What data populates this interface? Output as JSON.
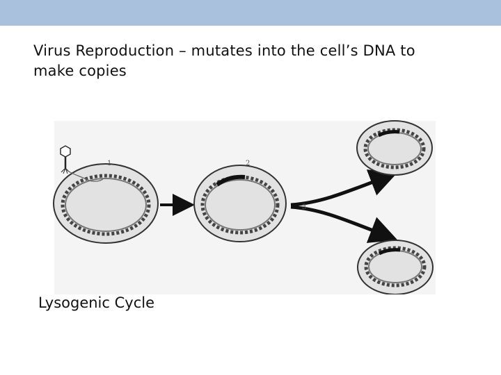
{
  "slide": {
    "title_line1": "Virus Reproduction – mutates into the cell’s DNA to",
    "title_line2": "make copies",
    "caption": "Lysogenic Cycle",
    "accent_color": "#a9c1dc"
  },
  "diagram": {
    "step_labels": [
      "1",
      "2",
      "3"
    ]
  }
}
